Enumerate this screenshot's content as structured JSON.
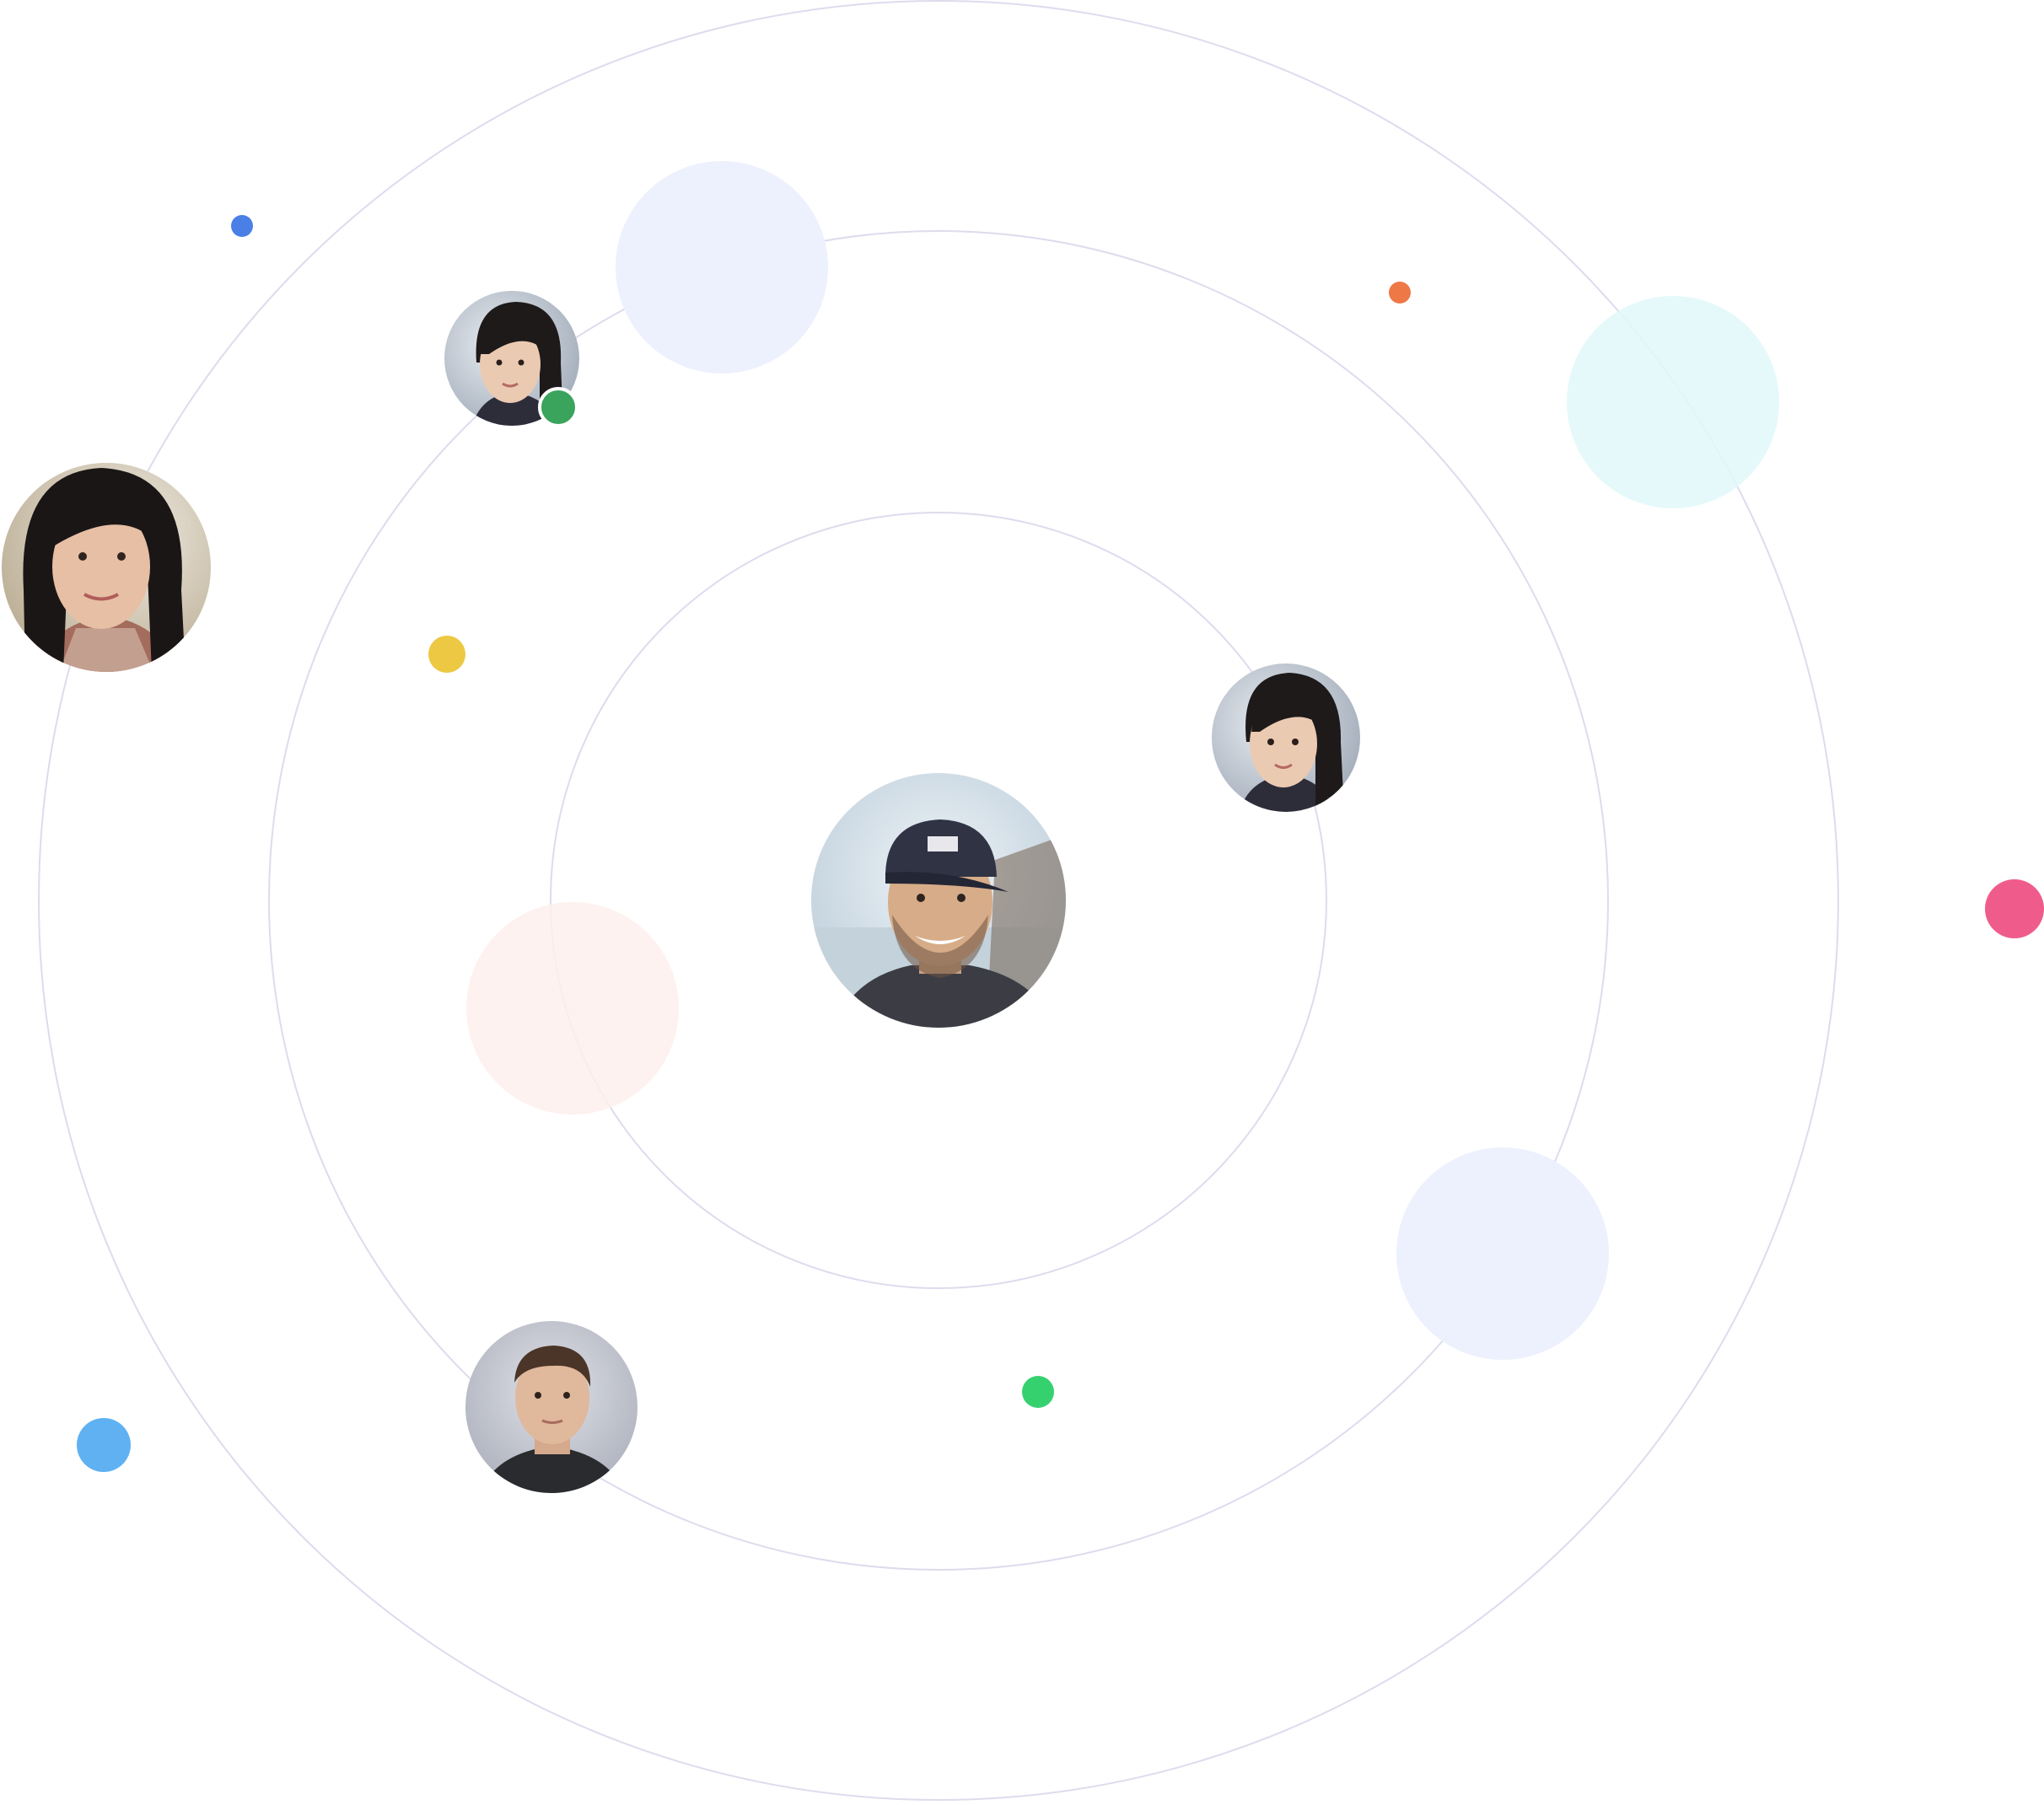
{
  "palette": {
    "orbit_stroke": "#dcdcee",
    "halo_lavender": "#ecf0fd",
    "halo_cyan": "#e2f8f9",
    "halo_peach": "#fdf0ec",
    "dot_blue": "#4a80e6",
    "dot_orange": "#ee7846",
    "dot_yellow": "#ecc843",
    "dot_pink": "#ef5c8c",
    "dot_green": "#36d16f",
    "dot_light_blue": "#5fb1f2",
    "online_green": "#3aa35c"
  },
  "orbits": [
    {
      "name": "orbit-inner"
    },
    {
      "name": "orbit-middle"
    },
    {
      "name": "orbit-outer"
    }
  ],
  "halos": [
    {
      "name": "halo-lavender-top",
      "color": "#ecf0fd"
    },
    {
      "name": "halo-cyan-right",
      "color": "#e2f8f9"
    },
    {
      "name": "halo-peach-left",
      "color": "#fdf0ec"
    },
    {
      "name": "halo-lavender-bottom",
      "color": "#ecf0fd"
    }
  ],
  "dots": [
    {
      "name": "dot-blue",
      "color": "#4a80e6"
    },
    {
      "name": "dot-orange",
      "color": "#ee7846"
    },
    {
      "name": "dot-yellow",
      "color": "#ecc843"
    },
    {
      "name": "dot-pink",
      "color": "#ef5c8c"
    },
    {
      "name": "dot-green",
      "color": "#36d16f"
    },
    {
      "name": "dot-light-blue",
      "color": "#5fb1f2"
    }
  ],
  "avatars": [
    {
      "name": "avatar-center-man-cap",
      "kind": "man-cap",
      "online": false
    },
    {
      "name": "avatar-woman-top",
      "kind": "young-woman",
      "online": true
    },
    {
      "name": "avatar-woman-left",
      "kind": "woman-dark-hair",
      "online": false
    },
    {
      "name": "avatar-woman-right",
      "kind": "young-woman",
      "online": false
    },
    {
      "name": "avatar-man-bottom",
      "kind": "man-short-hair",
      "online": false
    }
  ]
}
